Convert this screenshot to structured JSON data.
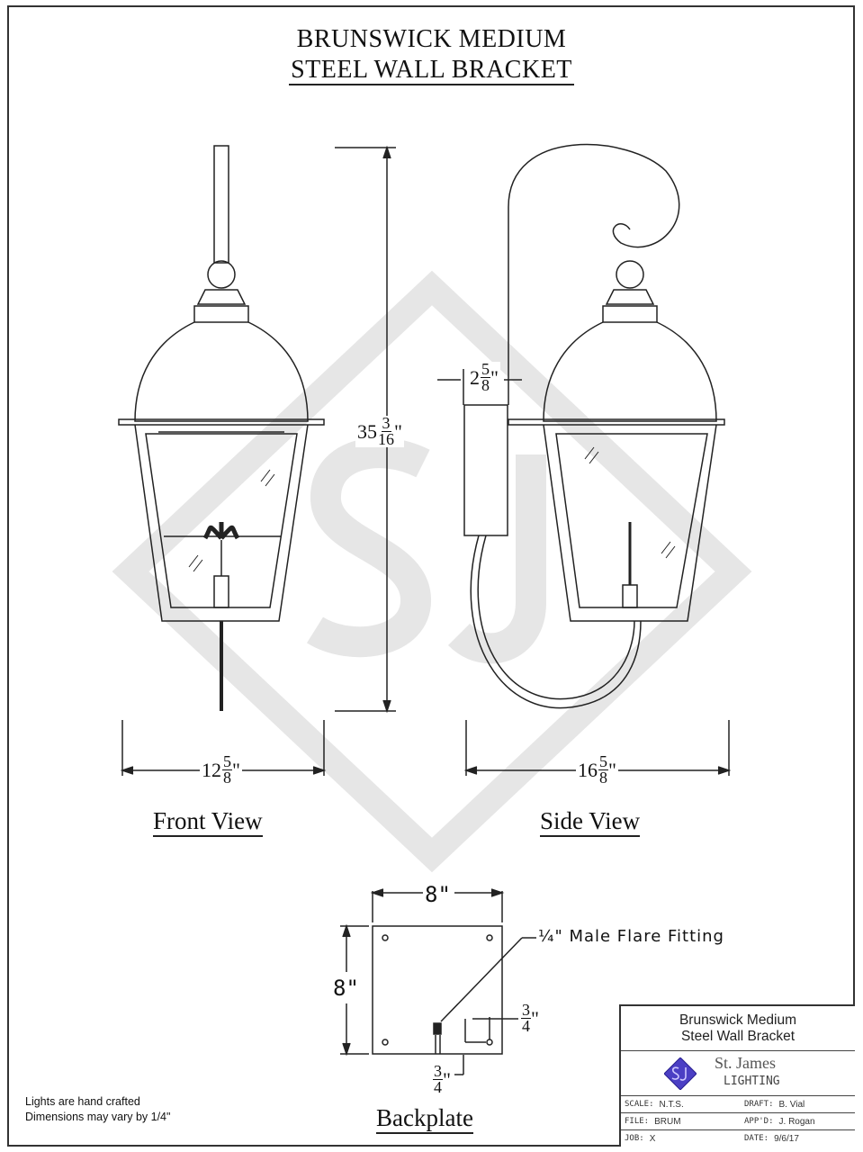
{
  "title": {
    "line1": "BRUNSWICK MEDIUM",
    "line2": "STEEL WALL BRACKET"
  },
  "views": {
    "front": "Front View",
    "side": "Side View",
    "backplate": "Backplate"
  },
  "dimensions": {
    "height": {
      "whole": "35",
      "num": "3",
      "den": "16",
      "unit": "\""
    },
    "front_width": {
      "whole": "12",
      "num": "5",
      "den": "8",
      "unit": "\""
    },
    "side_depth": {
      "whole": "16",
      "num": "5",
      "den": "8",
      "unit": "\""
    },
    "arm_offset": {
      "whole": "2",
      "num": "5",
      "den": "8",
      "unit": "\""
    },
    "backplate_width": "8\"",
    "backplate_height": "8\"",
    "fitting_offset_right": {
      "num": "3",
      "den": "4",
      "unit": "\""
    },
    "fitting_offset_bottom": {
      "num": "3",
      "den": "4",
      "unit": "\""
    }
  },
  "callouts": {
    "fitting": "¼\" Male Flare Fitting"
  },
  "notes": {
    "line1": "Lights are hand crafted",
    "line2": "Dimensions may vary by 1/4\""
  },
  "title_block": {
    "product_line1": "Brunswick Medium",
    "product_line2": "Steel Wall Bracket",
    "company_name": "St. James",
    "company_sub": "LIGHTING",
    "logo_text": "SJ",
    "scale_label": "SCALE:",
    "scale": "N.T.S.",
    "draft_label": "DRAFT:",
    "draft": "B. Vial",
    "file_label": "FILE:",
    "file": "BRUM",
    "approved_label": "APP'D:",
    "approved": "J. Rogan",
    "job_label": "JOB:",
    "job": "X",
    "date_label": "DATE:",
    "date": "9/6/17"
  },
  "watermark_text": "SJ",
  "colors": {
    "line": "#222222",
    "watermark": "#e6e6e6",
    "logo": "#4b3fc4"
  }
}
